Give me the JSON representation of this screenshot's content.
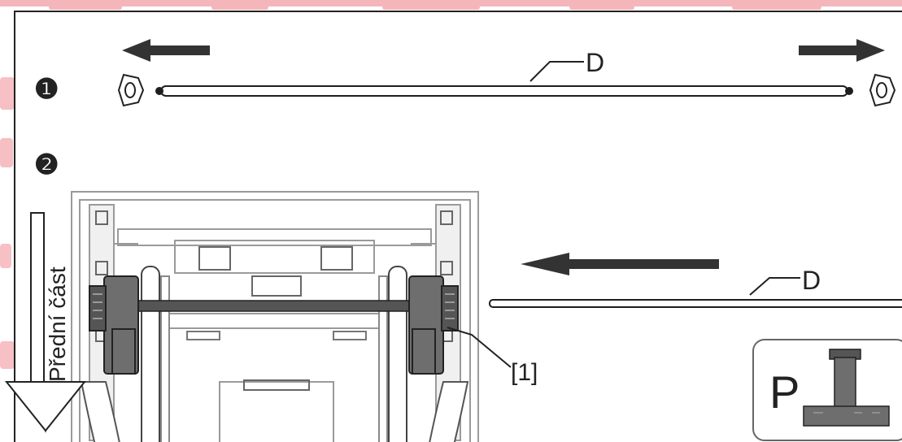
{
  "steps": {
    "step1": "❶",
    "step2": "❷"
  },
  "labels": {
    "rod_top": "D",
    "rod_bottom": "D",
    "callout_1": "[1]",
    "front_label": "Přední část",
    "parking_letter": "P"
  },
  "colors": {
    "watermark": "#e0303c",
    "line": "#1e1e1e",
    "arrow": "#333333",
    "part_fill": "#6e6e6e",
    "frame_gray": "#9a9a9a"
  },
  "icons": {
    "nut_left": "hex-nut-icon",
    "nut_right": "hex-nut-icon",
    "front_arrow": "down-arrow-icon",
    "parking_stand": "stand-icon"
  }
}
